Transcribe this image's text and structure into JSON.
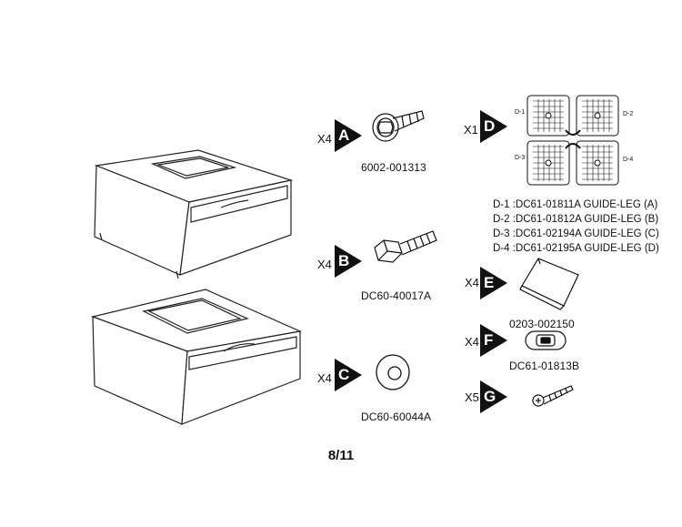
{
  "page_number": "8/11",
  "parts": [
    {
      "letter": "A",
      "qty": "X4",
      "code": "6002-001313",
      "icon": "flange-bolt-icon"
    },
    {
      "letter": "B",
      "qty": "X4",
      "code": "DC60-40017A",
      "icon": "hex-bolt-icon"
    },
    {
      "letter": "C",
      "qty": "X4",
      "code": "DC60-60044A",
      "icon": "washer-icon"
    },
    {
      "letter": "D",
      "qty": "X1",
      "code": "",
      "icon": "guide-leg-set-icon"
    },
    {
      "letter": "E",
      "qty": "X4",
      "code": "0203-002150",
      "icon": "pad-icon"
    },
    {
      "letter": "F",
      "qty": "X4",
      "code": "DC61-01813B",
      "icon": "clip-icon"
    },
    {
      "letter": "G",
      "qty": "X5",
      "code": "",
      "icon": "screw-icon"
    }
  ],
  "guide_leg_labels": [
    "D-1",
    "D-2",
    "D-3",
    "D-4"
  ],
  "guide_leg_legend": [
    "D-1 :DC61-01811A GUIDE-LEG (A)",
    "D-2 :DC61-01812A GUIDE-LEG (B)",
    "D-3 :DC61-02194A GUIDE-LEG (C)",
    "D-4 :DC61-02195A GUIDE-LEG (D)"
  ]
}
